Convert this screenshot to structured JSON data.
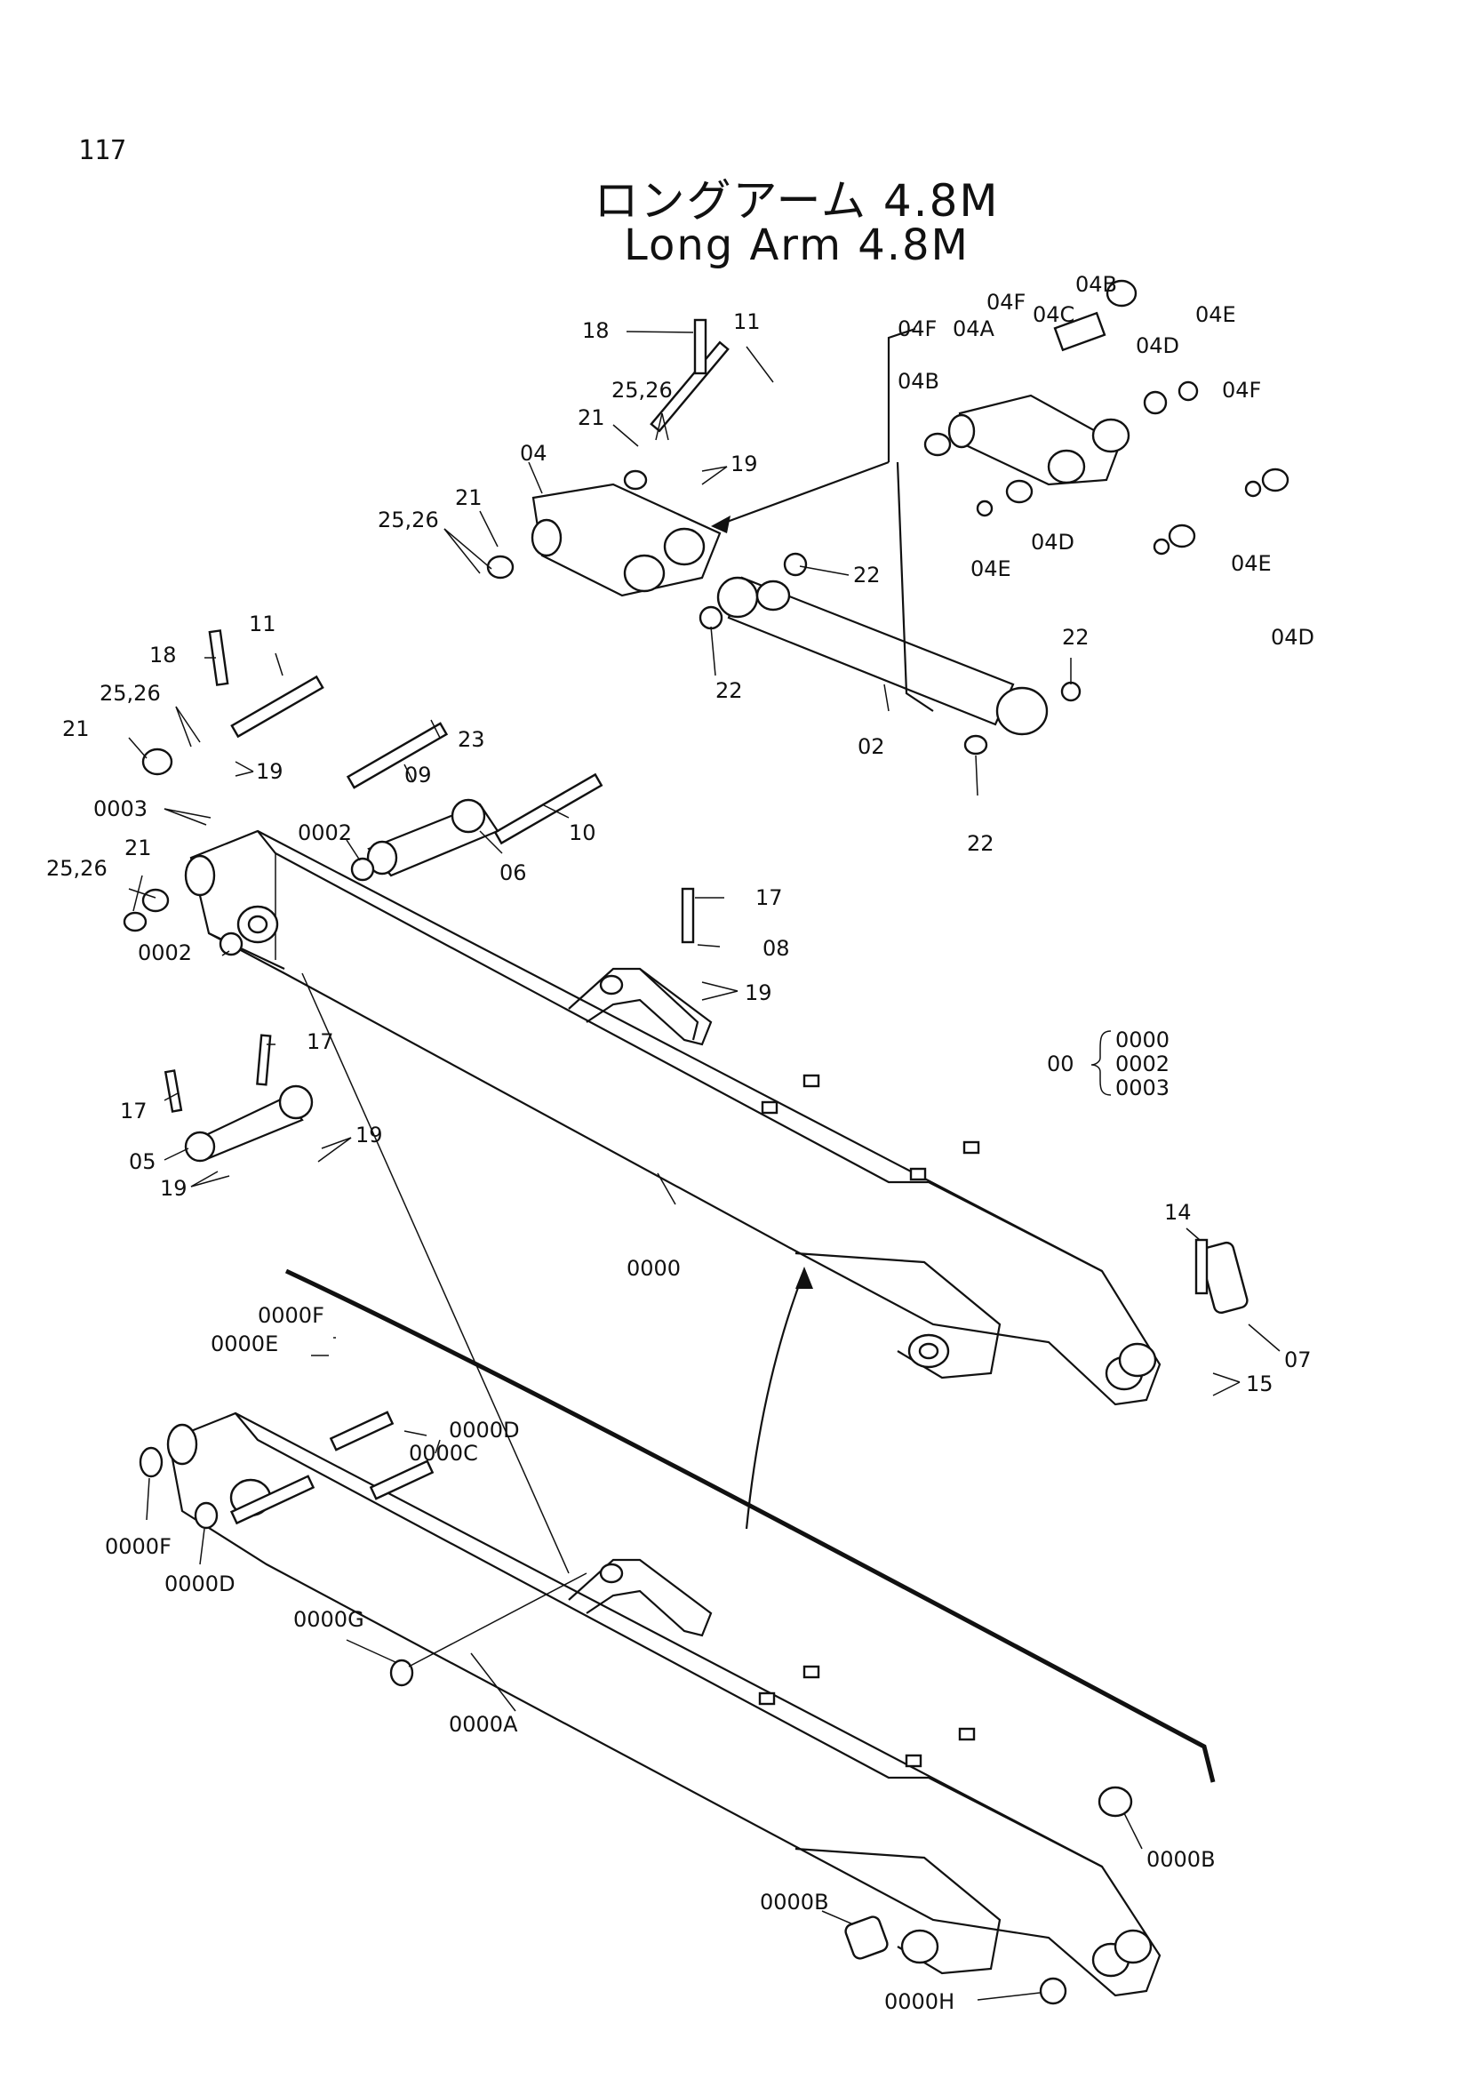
{
  "page": {
    "number": "117",
    "title_jp": "ロングアーム 4.8M",
    "title_en": "Long Arm 4.8M"
  },
  "legend": {
    "group": "00",
    "items": [
      "0000",
      "0002",
      "0003"
    ]
  },
  "labels": {
    "l18a": "18",
    "l11a": "11",
    "l2526a": "25,26",
    "l21a": "21",
    "l19a": "19",
    "l04": "04",
    "l21b": "21",
    "l2526b": "25,26",
    "l04F1": "04F",
    "l04A": "04A",
    "l04F2": "04F",
    "l04C": "04C",
    "l04B1": "04B",
    "l04E1": "04E",
    "l04B2": "04B",
    "l04D1": "04D",
    "l04F3": "04F",
    "l04E2": "04E",
    "l04D2": "04D",
    "l04E3": "04E",
    "l04D3": "04D",
    "l22a": "22",
    "l22b": "22",
    "l22c": "22",
    "l22d": "22",
    "l02": "02",
    "l18b": "18",
    "l11b": "11",
    "l2526c": "25,26",
    "l21c": "21",
    "l19b": "19",
    "l23": "23",
    "l09": "09",
    "l0003": "0003",
    "l0002a": "0002",
    "l06": "06",
    "l10": "10",
    "l21d": "21",
    "l2526d": "25,26",
    "l0002b": "0002",
    "l17a": "17",
    "l08": "08",
    "l19c": "19",
    "l17b": "17",
    "l17c": "17",
    "l05": "05",
    "l19d": "19",
    "l19e": "19",
    "l0000": "0000",
    "l14": "14",
    "l07": "07",
    "l15": "15",
    "l0000F1": "0000F",
    "l0000E": "0000E",
    "l0000D1": "0000D",
    "l0000C": "0000C",
    "l0000F2": "0000F",
    "l0000D2": "0000D",
    "l0000G": "0000G",
    "l0000A": "0000A",
    "l0000B1": "0000B",
    "l0000B2": "0000B",
    "l0000H": "0000H"
  }
}
